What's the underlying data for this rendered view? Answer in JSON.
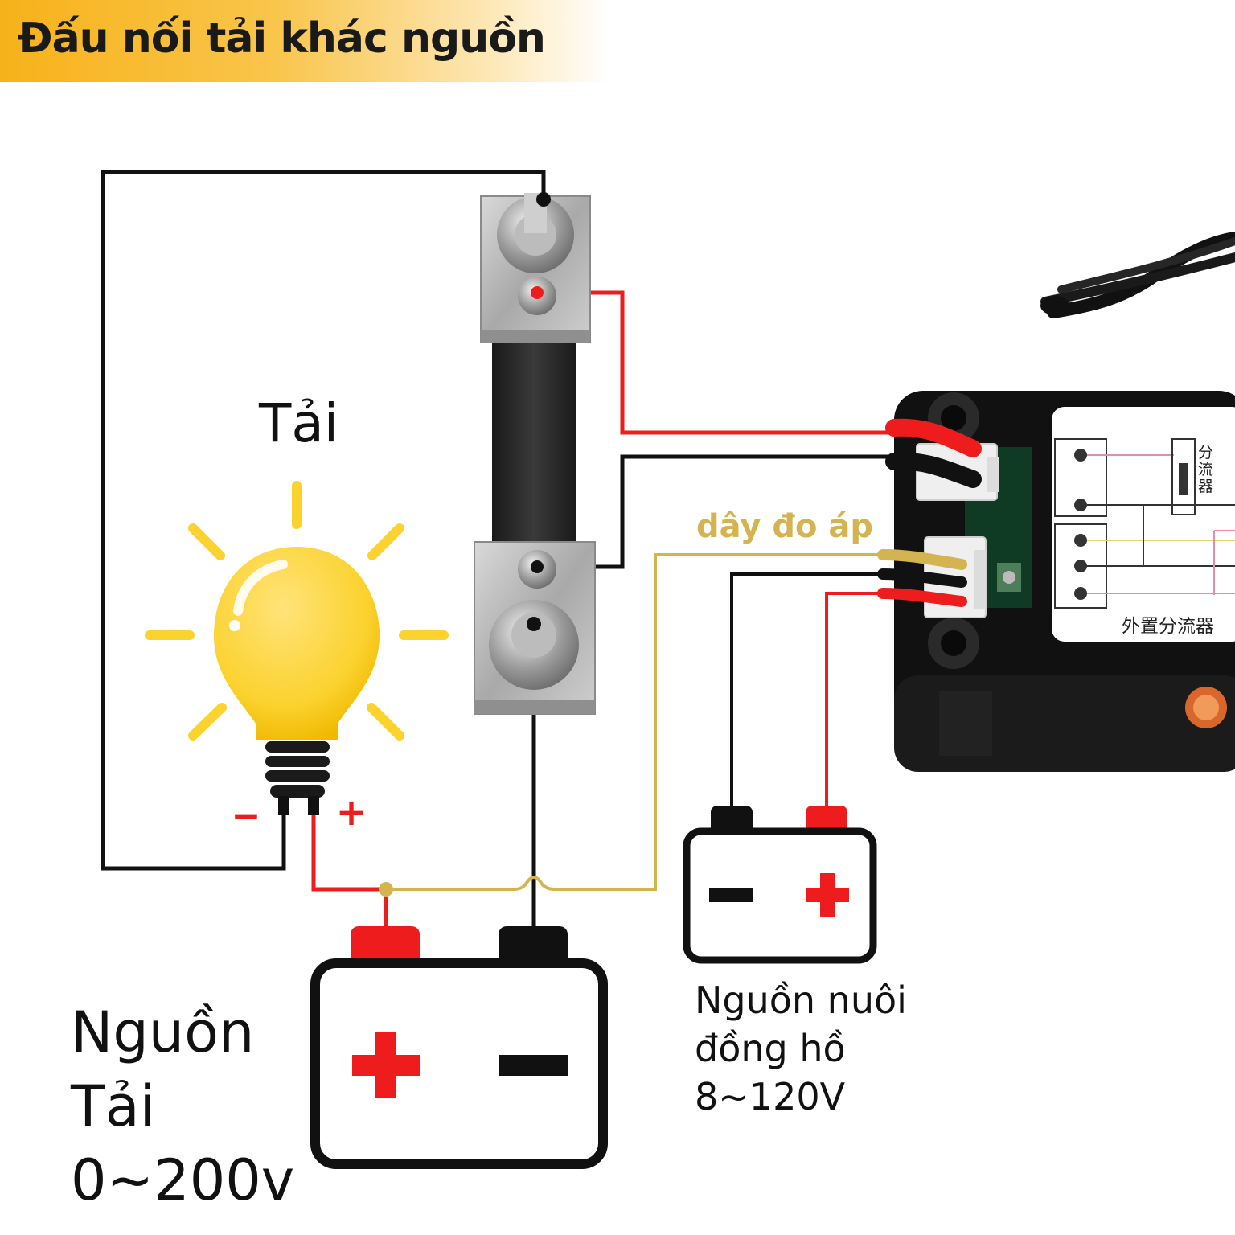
{
  "header": {
    "title": "Đấu nối tải khác nguồn"
  },
  "load": {
    "label": "Tải",
    "minus_symbol": "−",
    "plus_symbol": "+"
  },
  "voltage_wire": {
    "label": "dây đo áp"
  },
  "load_supply": {
    "line1": "Nguồn",
    "line2": "Tải",
    "line3": "0~200v"
  },
  "meter_supply": {
    "line1": "Nguồn nuôi",
    "line2": "đồng hồ",
    "line3": "8~120V"
  },
  "meter": {
    "shunt_label_vertical": "分流器",
    "shunt_label_external": "外置分流器"
  },
  "colors": {
    "banner_orange": "#f7b21a",
    "wire_red": "#ee1c1c",
    "wire_black": "#111111",
    "wire_yellow": "#d4b451",
    "bulb_yellow": "#fbd22e"
  }
}
